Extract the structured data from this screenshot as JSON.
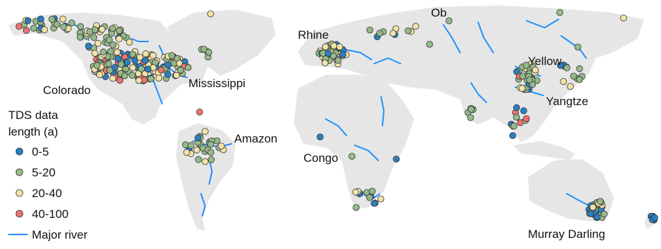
{
  "legend": {
    "title_line1": "TDS data",
    "title_line2": "length (a)",
    "classes": [
      {
        "label": "0-5",
        "color": "#2a7fbf"
      },
      {
        "label": "5-20",
        "color": "#94b98a"
      },
      {
        "label": "20-40",
        "color": "#f2e2a6"
      },
      {
        "label": "40-100",
        "color": "#ec7373"
      }
    ],
    "river_label": "Major river",
    "river_color": "#1e90ff"
  },
  "rivers": [
    "Colorado",
    "Mississippi",
    "Amazon",
    "Rhine",
    "Ob",
    "Congo",
    "Yellow",
    "Yangtze",
    "Murray Darling"
  ],
  "colors": {
    "land": "#e6e6e6",
    "background": "#ffffff",
    "outline": "#333333"
  }
}
